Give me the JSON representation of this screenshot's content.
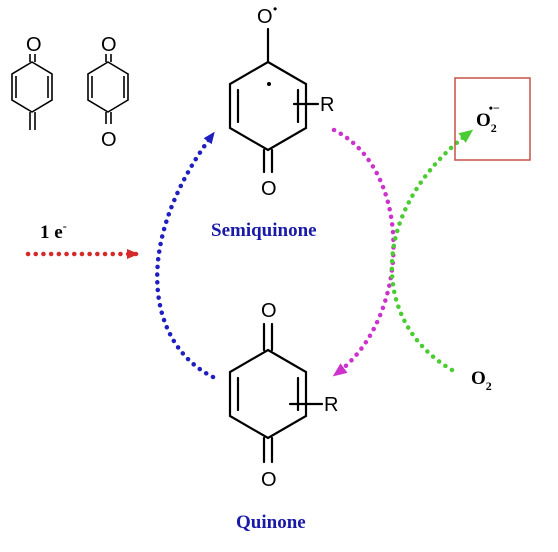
{
  "labels": {
    "semiquinone": "Semiquinone",
    "quinone": "Quinone",
    "electron": "1 e",
    "electron_sup": "-",
    "superoxide_base": "O",
    "superoxide_sub": "2",
    "superoxide_sup": "•−",
    "oxygen_base": "O",
    "oxygen_sub": "2",
    "radical_oxygen": "O",
    "radical_oxygen_sup": "•",
    "substituent_top": "R",
    "substituent_bottom": "R",
    "oxygen_atom": "O"
  },
  "colors": {
    "reduction_arrow": "#d62a2a",
    "cycle_arrow": "#1f1fbf",
    "semiquinone_to_quinone_arrow": "#cc33cc",
    "oxygen_arrow": "#4ccc33",
    "label_text": "#1a1aa8",
    "highlight_box": "#c8504a"
  }
}
